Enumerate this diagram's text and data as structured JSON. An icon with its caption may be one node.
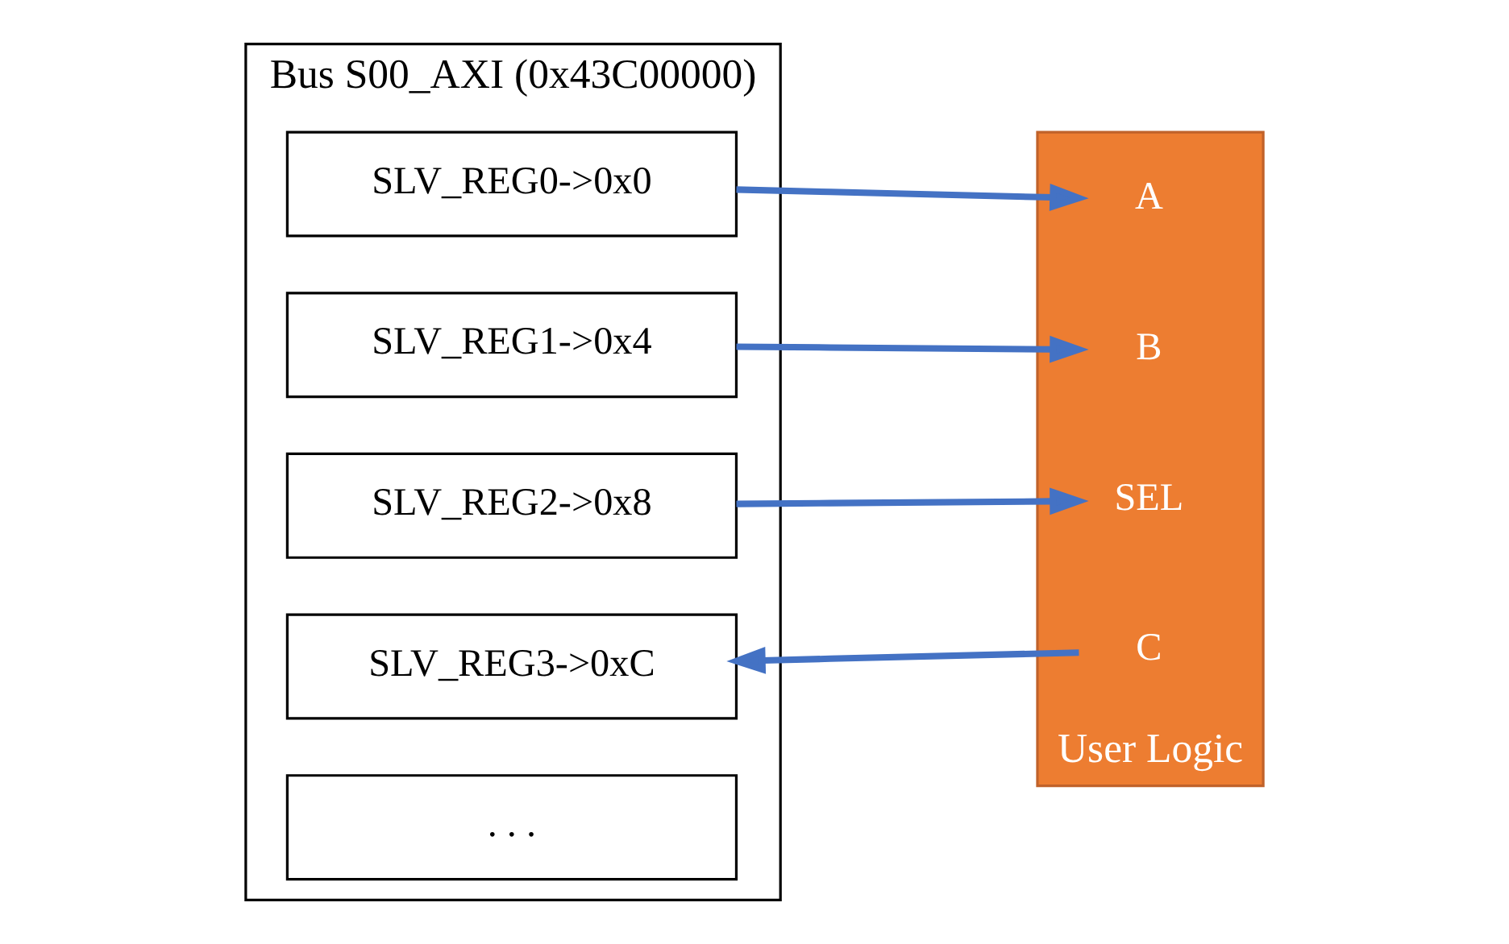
{
  "diagram": {
    "nodes": [
      {
        "text": [
          "Bus S00_AXI (0x43C00000)"
        ]
      },
      {
        "text": [
          "SLV_REG0->0x0"
        ],
        "in": 0
      },
      {
        "text": [
          "SLV_REG1->0x4"
        ],
        "in": 0
      },
      {
        "text": [
          "SLV_REG2->0x8"
        ],
        "in": 0
      },
      {
        "text": [
          "SLV_REG3->0xC"
        ],
        "in": 0
      },
      {
        "text": [
          ". . ."
        ],
        "in": 0
      },
      {
        "text": [
          "User Logic"
        ]
      },
      {
        "text": [
          "A"
        ],
        "in": 6
      },
      {
        "text": [
          "B"
        ],
        "in": 6
      },
      {
        "text": [
          "C"
        ],
        "in": 6
      },
      {
        "text": [
          "SEL"
        ],
        "in": 6
      }
    ],
    "edges": [
      {
        "from": 1,
        "to": 7,
        "arrow": "to"
      },
      {
        "from": 2,
        "to": 8,
        "arrow": "to"
      },
      {
        "from": 3,
        "to": 10,
        "arrow": "to"
      },
      {
        "from": 9,
        "to": 4,
        "arrow": "to"
      }
    ]
  }
}
